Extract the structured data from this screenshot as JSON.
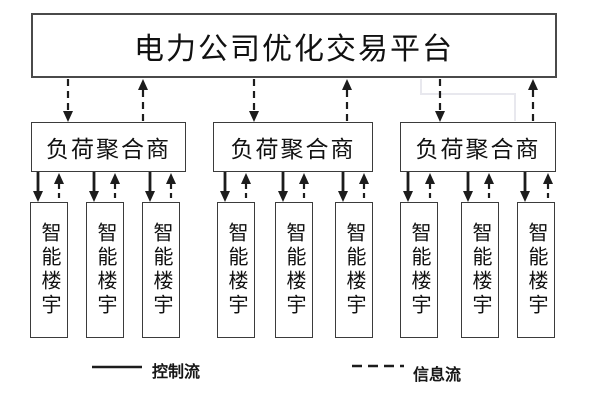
{
  "platform": {
    "label": "电力公司优化交易平台"
  },
  "aggregators": [
    {
      "label": "负荷聚合商"
    },
    {
      "label": "负荷聚合商"
    },
    {
      "label": "负荷聚合商"
    }
  ],
  "buildings": [
    {
      "label": "智能楼宇"
    },
    {
      "label": "智能楼宇"
    },
    {
      "label": "智能楼宇"
    },
    {
      "label": "智能楼宇"
    },
    {
      "label": "智能楼宇"
    },
    {
      "label": "智能楼宇"
    },
    {
      "label": "智能楼宇"
    },
    {
      "label": "智能楼宇"
    },
    {
      "label": "智能楼宇"
    }
  ],
  "legend": {
    "control": {
      "label": "控制流",
      "line_style": "solid"
    },
    "info": {
      "label": "信息流",
      "line_style": "dashed"
    }
  },
  "flows": {
    "platform_aggregator": {
      "down": "dashed (信息流)",
      "up": "dashed (信息流)"
    },
    "aggregator_building": {
      "down": "solid (控制流)",
      "up": "dashed (信息流)"
    }
  },
  "colors": {
    "line": "#1c1c1c",
    "box_border": "#3b3b3b",
    "box_fill": "#ffffff",
    "background": "#ffffff",
    "artifact": "#e8e8ee"
  }
}
